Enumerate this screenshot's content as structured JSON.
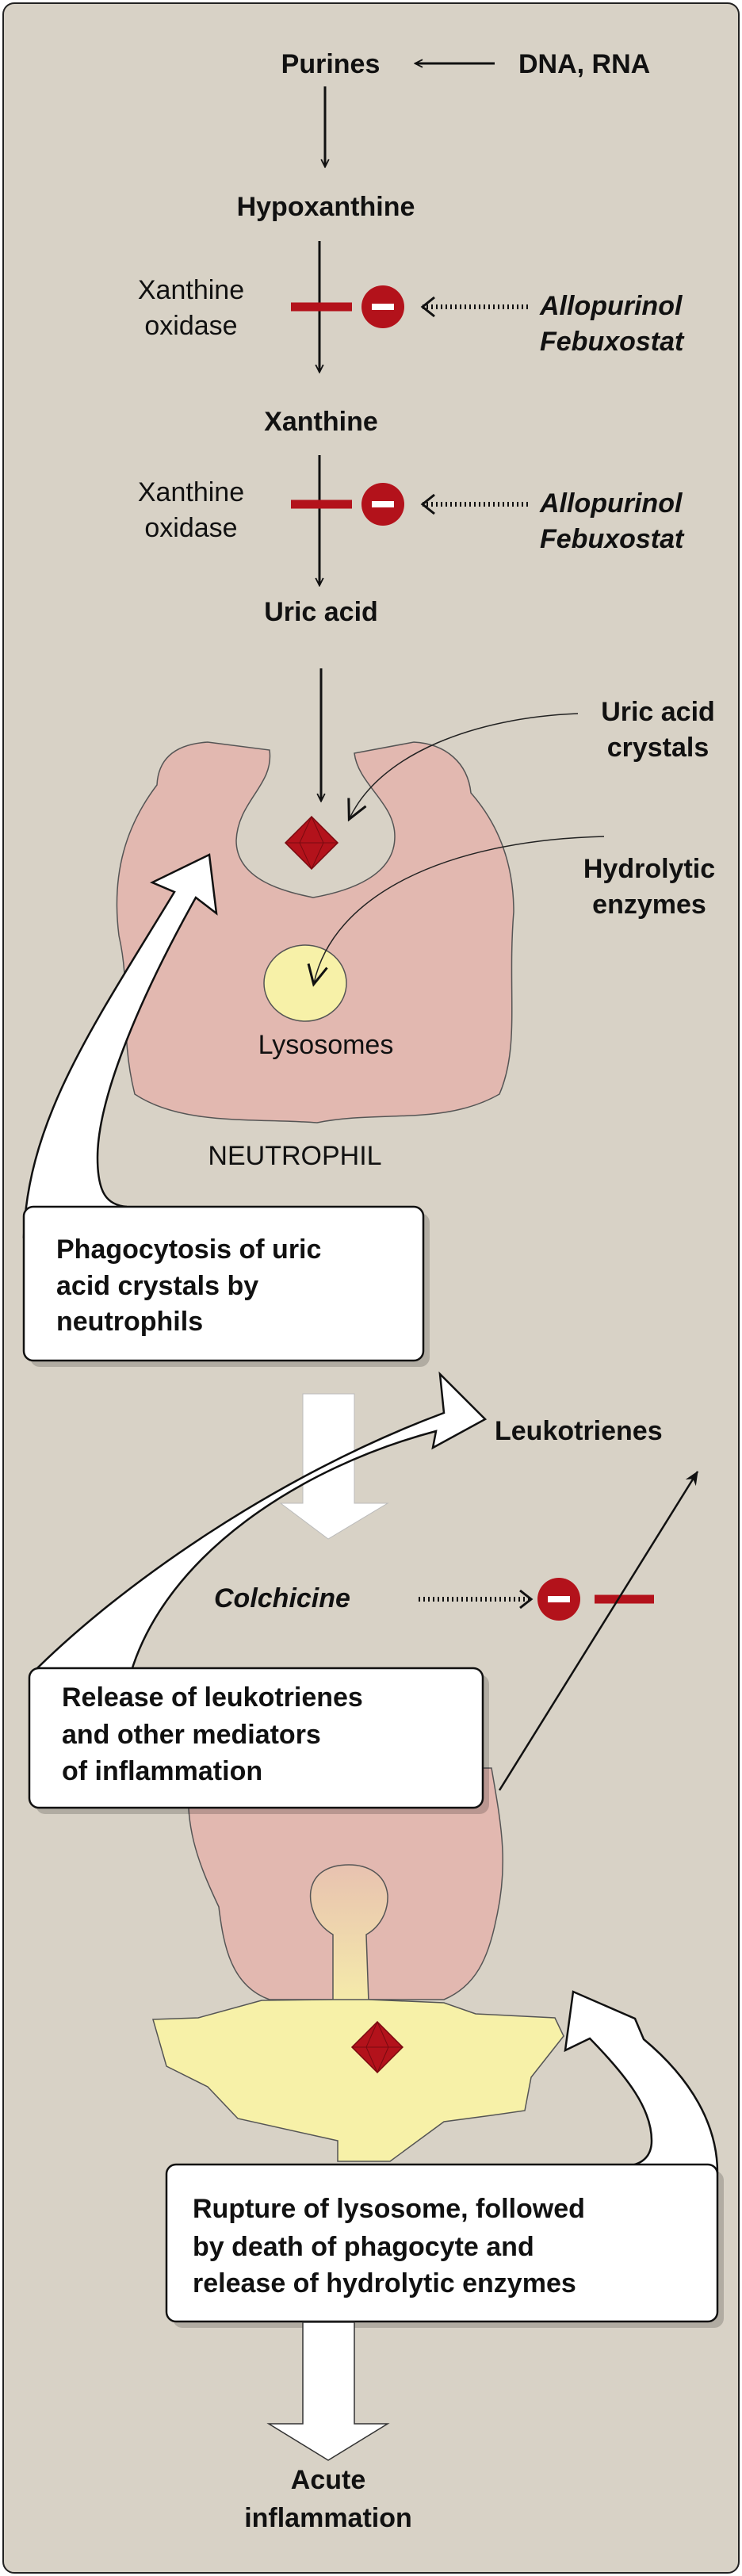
{
  "colors": {
    "background": "#d8d2c6",
    "cell": "#e2b8b0",
    "lysosome": "#f7f1a8",
    "inhibitor": "#b3121b",
    "crystal": "#b3121b"
  },
  "pathway": {
    "purines": "Purines",
    "dna_rna": "DNA, RNA",
    "hypoxanthine": "Hypoxanthine",
    "enzyme1": [
      "Xanthine",
      "oxidase"
    ],
    "inhibitors1": [
      "Allopurinol",
      "Febuxostat"
    ],
    "xanthine": "Xanthine",
    "enzyme2": [
      "Xanthine",
      "oxidase"
    ],
    "inhibitors2": [
      "Allopurinol",
      "Febuxostat"
    ],
    "uric_acid": "Uric acid"
  },
  "cell": {
    "crystals_label": [
      "Uric acid",
      "crystals"
    ],
    "enzymes_label": [
      "Hydrolytic",
      "enzymes"
    ],
    "lysosomes_label": "Lysosomes",
    "neutrophil_label": "NEUTROPHIL"
  },
  "steps": {
    "phagocytosis": [
      "Phagocytosis of uric",
      "acid crystals by",
      "neutrophils"
    ],
    "leukotrienes": "Leukotrienes",
    "colchicine": "Colchicine",
    "release": [
      "Release of leukotrienes",
      "and other mediators",
      "of inflammation"
    ],
    "rupture": [
      "Rupture of lysosome, followed",
      "by death of phagocyte and",
      "release of hydrolytic enzymes"
    ],
    "outcome": [
      "Acute",
      "inflammation"
    ]
  }
}
